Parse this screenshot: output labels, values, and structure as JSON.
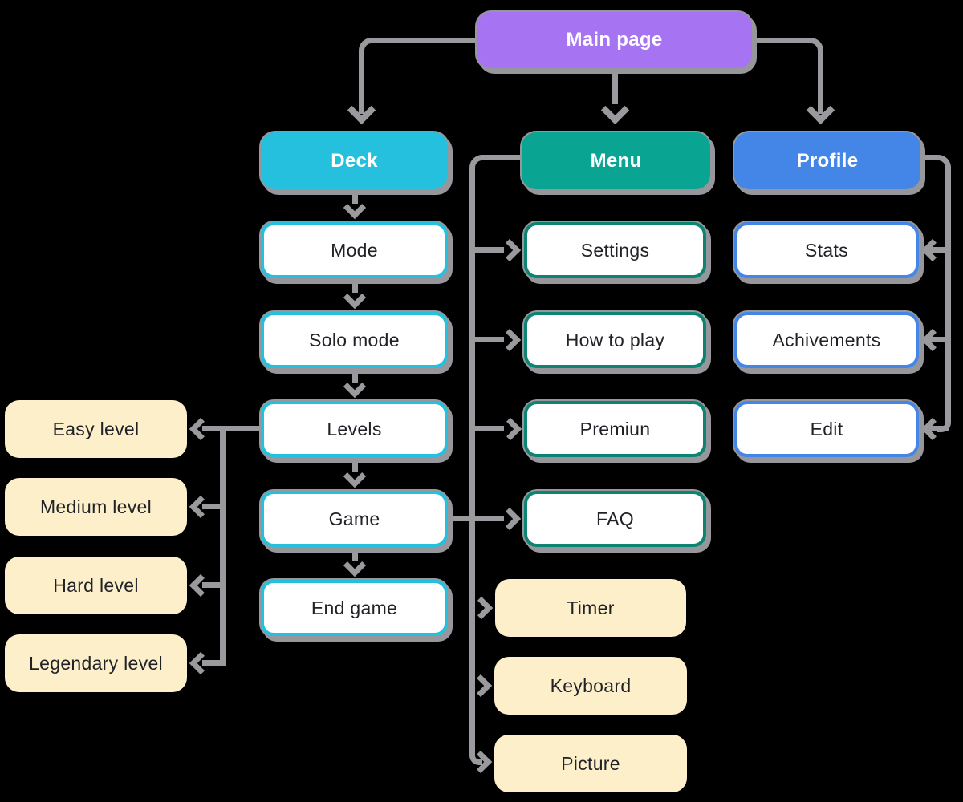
{
  "background": "#000000",
  "colors": {
    "main": "#A673F2",
    "deck": "#25C0DE",
    "menu": "#0AA492",
    "profile": "#4386E8",
    "teal_border": "#0C8373",
    "cream": "#FCEFCA",
    "line": "#9A9A9E",
    "shadow": "#97979B",
    "text": "#212227",
    "text_light": "#FFFFFF"
  },
  "diagram": {
    "root": {
      "label": "Main page"
    },
    "columns": {
      "deck": {
        "header": "Deck",
        "children": [
          "Mode",
          "Solo mode",
          "Levels",
          "Game",
          "End game"
        ]
      },
      "menu": {
        "header": "Menu",
        "children": [
          "Settings",
          "How to play",
          "Premiun",
          "FAQ"
        ]
      },
      "profile": {
        "header": "Profile",
        "children": [
          "Stats",
          "Achivements",
          "Edit"
        ]
      }
    },
    "level_options": [
      "Easy level",
      "Medium level",
      "Hard level",
      "Legendary level"
    ],
    "game_features": [
      "Timer",
      "Keyboard",
      "Picture"
    ]
  }
}
